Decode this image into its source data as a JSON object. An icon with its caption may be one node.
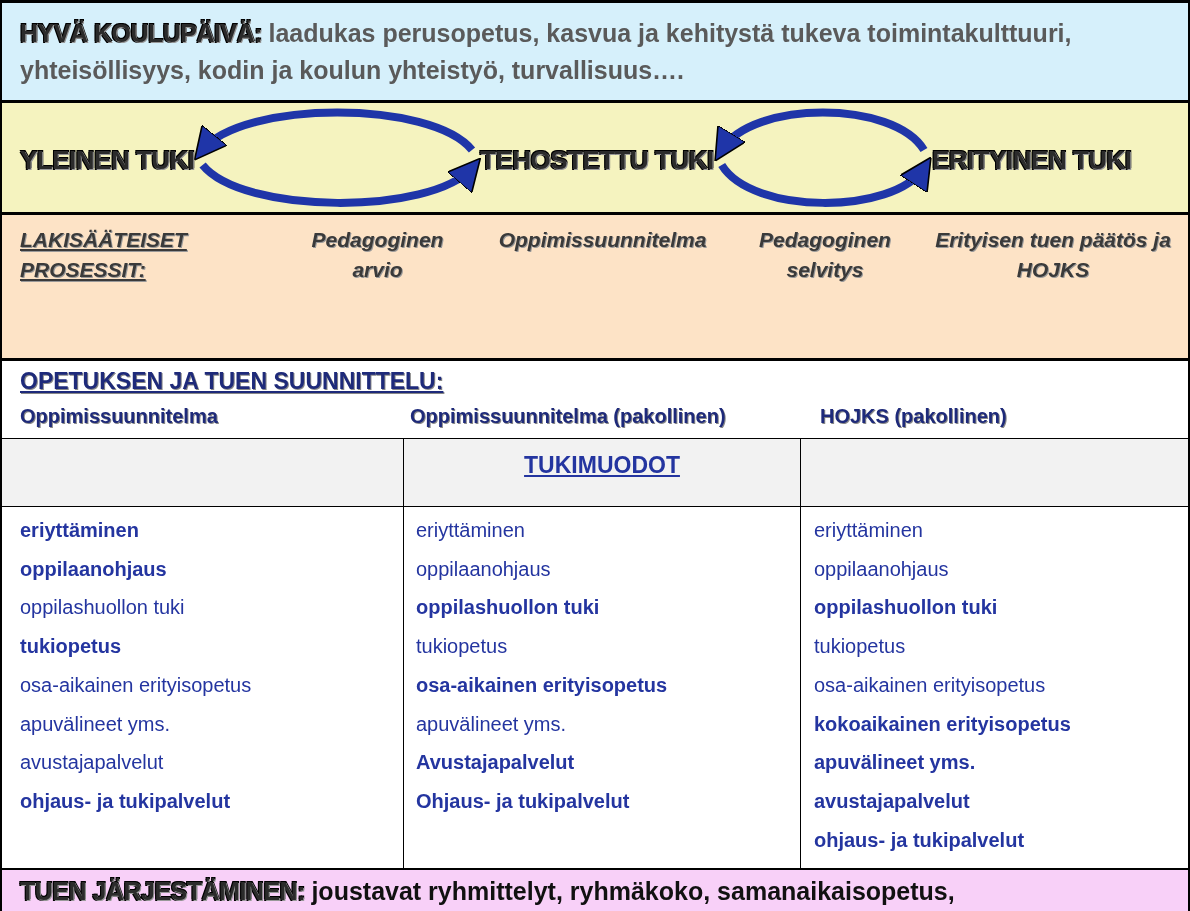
{
  "diagram": {
    "nodes": [
      {
        "text": [
          "HYVÄ KOULUPÄIVÄ:",
          "laadukas perusopetus, kasvua ja kehitystä tukeva toimintakulttuuri, yhteisöllisyys, kodin ja koulun yhteistyö, turvallisuus…."
        ]
      },
      {
        "text": [
          "YLEINEN TUKI"
        ]
      },
      {
        "text": [
          "TEHOSTETTU TUKI"
        ]
      },
      {
        "text": [
          "ERITYINEN TUKI"
        ]
      },
      {
        "text": [
          "TUEN JÄRJESTÄMINEN:",
          "joustavat ryhmittelyt, ryhmäkoko, samanaikaisopetus,"
        ]
      }
    ],
    "edges": [
      {
        "from": 2,
        "to": 1,
        "arrow": "to"
      },
      {
        "from": 1,
        "to": 2,
        "arrow": "to"
      },
      {
        "from": 3,
        "to": 2,
        "arrow": "to"
      },
      {
        "from": 2,
        "to": 3,
        "arrow": "to"
      }
    ],
    "labels": [
      "LAKISÄÄTEISET PROSESSIT:",
      "Pedagoginen arvio",
      "Oppimissuunnitelma",
      "Pedagoginen selvitys",
      "Erityisen tuen päätös ja HOJKS",
      "OPETUKSEN JA TUEN SUUNNITTELU:",
      "Oppimissuunnitelma",
      "Oppimissuunnitelma (pakollinen)",
      "HOJKS (pakollinen)",
      "TUKIMUODOT",
      "eriyttäminen",
      "eriyttäminen",
      "eriyttäminen",
      "oppilaanohjaus",
      "oppilaanohjaus",
      "oppilaanohjaus",
      "oppilashuollon tuki",
      "oppilashuollon tuki",
      "oppilashuollon tuki",
      "tukiopetus",
      "tukiopetus",
      "tukiopetus",
      "osa-aikainen erityisopetus",
      "osa-aikainen erityisopetus",
      "osa-aikainen erityisopetus",
      "apuvälineet yms.",
      "apuvälineet yms.",
      "kokoaikainen erityisopetus",
      "avustajapalvelut",
      "Avustajapalvelut",
      "apuvälineet yms.",
      "ohjaus- ja tukipalvelut",
      "Ohjaus- ja tukipalvelut",
      "avustajapalvelut",
      "ohjaus- ja tukipalvelut"
    ]
  }
}
